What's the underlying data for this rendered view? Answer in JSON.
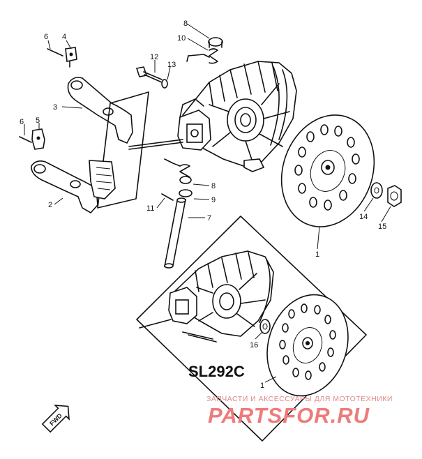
{
  "diagram": {
    "model_code": "SL292C",
    "direction_label": "FWD",
    "callouts": {
      "p1_main": "1",
      "p1_inset": "1",
      "p2": "2",
      "p3": "3",
      "p4": "4",
      "p5": "5",
      "p6_upper": "6",
      "p6_lower": "6",
      "p7": "7",
      "p8_top": "8",
      "p8_lower": "8",
      "p9": "9",
      "p10": "10",
      "p11": "11",
      "p12": "12",
      "p13": "13",
      "p14": "14",
      "p15": "15",
      "p16": "16"
    }
  },
  "watermark": {
    "tagline": "ЗАПЧАСТИ И АКСЕССУАРЫ ДЛЯ МОТОТЕХНИКИ",
    "logo": "PARTSFOR.RU"
  }
}
